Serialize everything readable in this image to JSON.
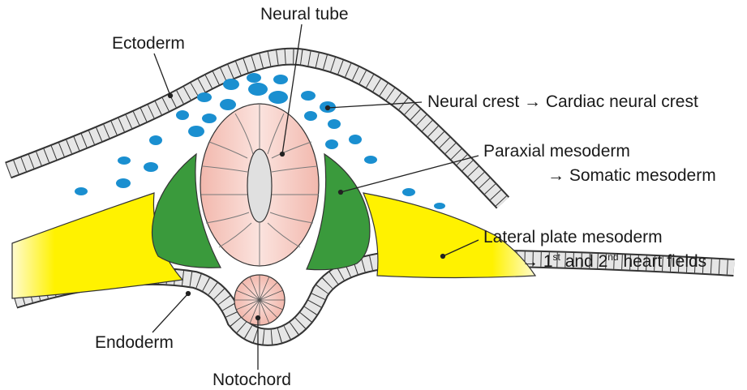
{
  "labels": {
    "neural_tube": "Neural tube",
    "ectoderm": "Ectoderm",
    "neural_crest": "Neural crest → Cardiac neural crest",
    "paraxial_line1": "Paraxial mesoderm",
    "paraxial_line2": "→ Somatic mesoderm",
    "lateral_line1": "Lateral plate mesoderm",
    "lateral_line2_prefix": "→ 1",
    "lateral_line2_sup1": "st",
    "lateral_line2_mid": " and 2",
    "lateral_line2_sup2": "nd",
    "lateral_line2_suffix": " heart fields",
    "endoderm": "Endoderm",
    "notochord": "Notochord"
  },
  "colors": {
    "neural_crest": "#1a8fd0",
    "paraxial_mesoderm": "#3a9a3c",
    "lateral_plate_mesoderm": "#fff200",
    "neural_tube": "#f6c9c0",
    "notochord": "#f6c9c0",
    "epithelium": "#e6e6e6",
    "neural_canal": "#e0e0e0",
    "outline": "#333333"
  }
}
